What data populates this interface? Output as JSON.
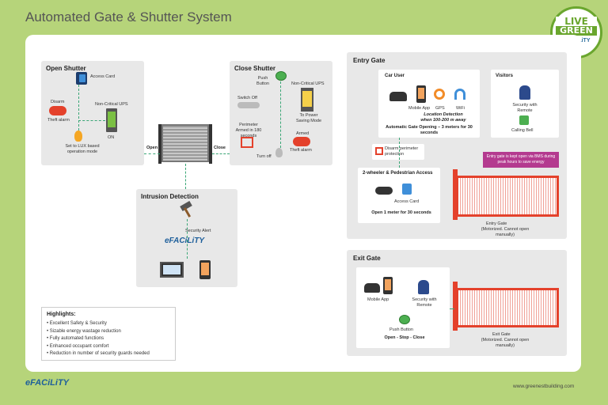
{
  "title": "Automated Gate & Shutter System",
  "badge": {
    "line1": "LIVE",
    "line2": "GREEN",
    "brand": "eFACiLiTY"
  },
  "open_shutter": {
    "title": "Open Shutter",
    "access_card": "Access Card",
    "disarm": "Disarm",
    "theft_alarm": "Theft alarm",
    "non_critical_ups": "Non-Critical UPS",
    "on": "ON",
    "lux_mode": "Set to LUX based operation mode"
  },
  "shutter": {
    "open": "Open",
    "close": "Close"
  },
  "close_shutter": {
    "title": "Close Shutter",
    "push_button": "Push Button",
    "non_critical_ups": "Non-Critical UPS",
    "switch_off": "Switch Off",
    "power_saving": "To Power Saving Mode",
    "perimeter": "Perimeter Armed in 180 seconds",
    "armed": "Armed",
    "theft_alarm": "Theft alarm",
    "turn_off": "Turn off"
  },
  "intrusion": {
    "title": "Intrusion Detection",
    "security_alert": "Security Alert",
    "brand": "eFACiLiTY"
  },
  "highlights": {
    "title": "Highlights:",
    "items": [
      "Excellent Safety & Security",
      "Sizable energy wastage reduction",
      "Fully automated functions",
      "Enhanced occupant comfort",
      "Reduction in number of security guards needed"
    ]
  },
  "entry_gate": {
    "title": "Entry Gate",
    "car_user": "Car User",
    "mobile_app": "Mobile App",
    "gps": "GPS",
    "wifi": "WiFi",
    "location": "Location Detection when 100-200 m away",
    "auto_open": "Automatic Gate Opening – 3 meters for 30 seconds",
    "visitors": "Visitors",
    "security_remote": "Security with Remote",
    "calling_bell": "Calling Bell",
    "disarm_perimeter": "Disarm perimeter protection",
    "bms_note": "Entry gate is kept open via BMS during peak hours to save energy",
    "two_wheeler": "2-wheeler & Pedestrian Access",
    "access_card": "Access Card",
    "open_1m": "Open 1 meter for 30 seconds",
    "gate_label": "Entry Gate",
    "gate_sub": "(Motorized. Cannot open manually)"
  },
  "exit_gate": {
    "title": "Exit Gate",
    "mobile_app": "Mobile App",
    "security_remote": "Security with Remote",
    "push_button": "Push Button",
    "open_stop_close": "Open - Stop - Close",
    "gate_label": "Exit Gate",
    "gate_sub": "(Motorized. Cannot open manually)"
  },
  "footer": {
    "brand": "eFACiLiTY",
    "url": "www.greenestbuilding.com"
  },
  "colors": {
    "accent_green": "#6aa62e",
    "teal_line": "#3aa676",
    "gate_red": "#e4412b",
    "brand_blue": "#1e5f9b"
  }
}
